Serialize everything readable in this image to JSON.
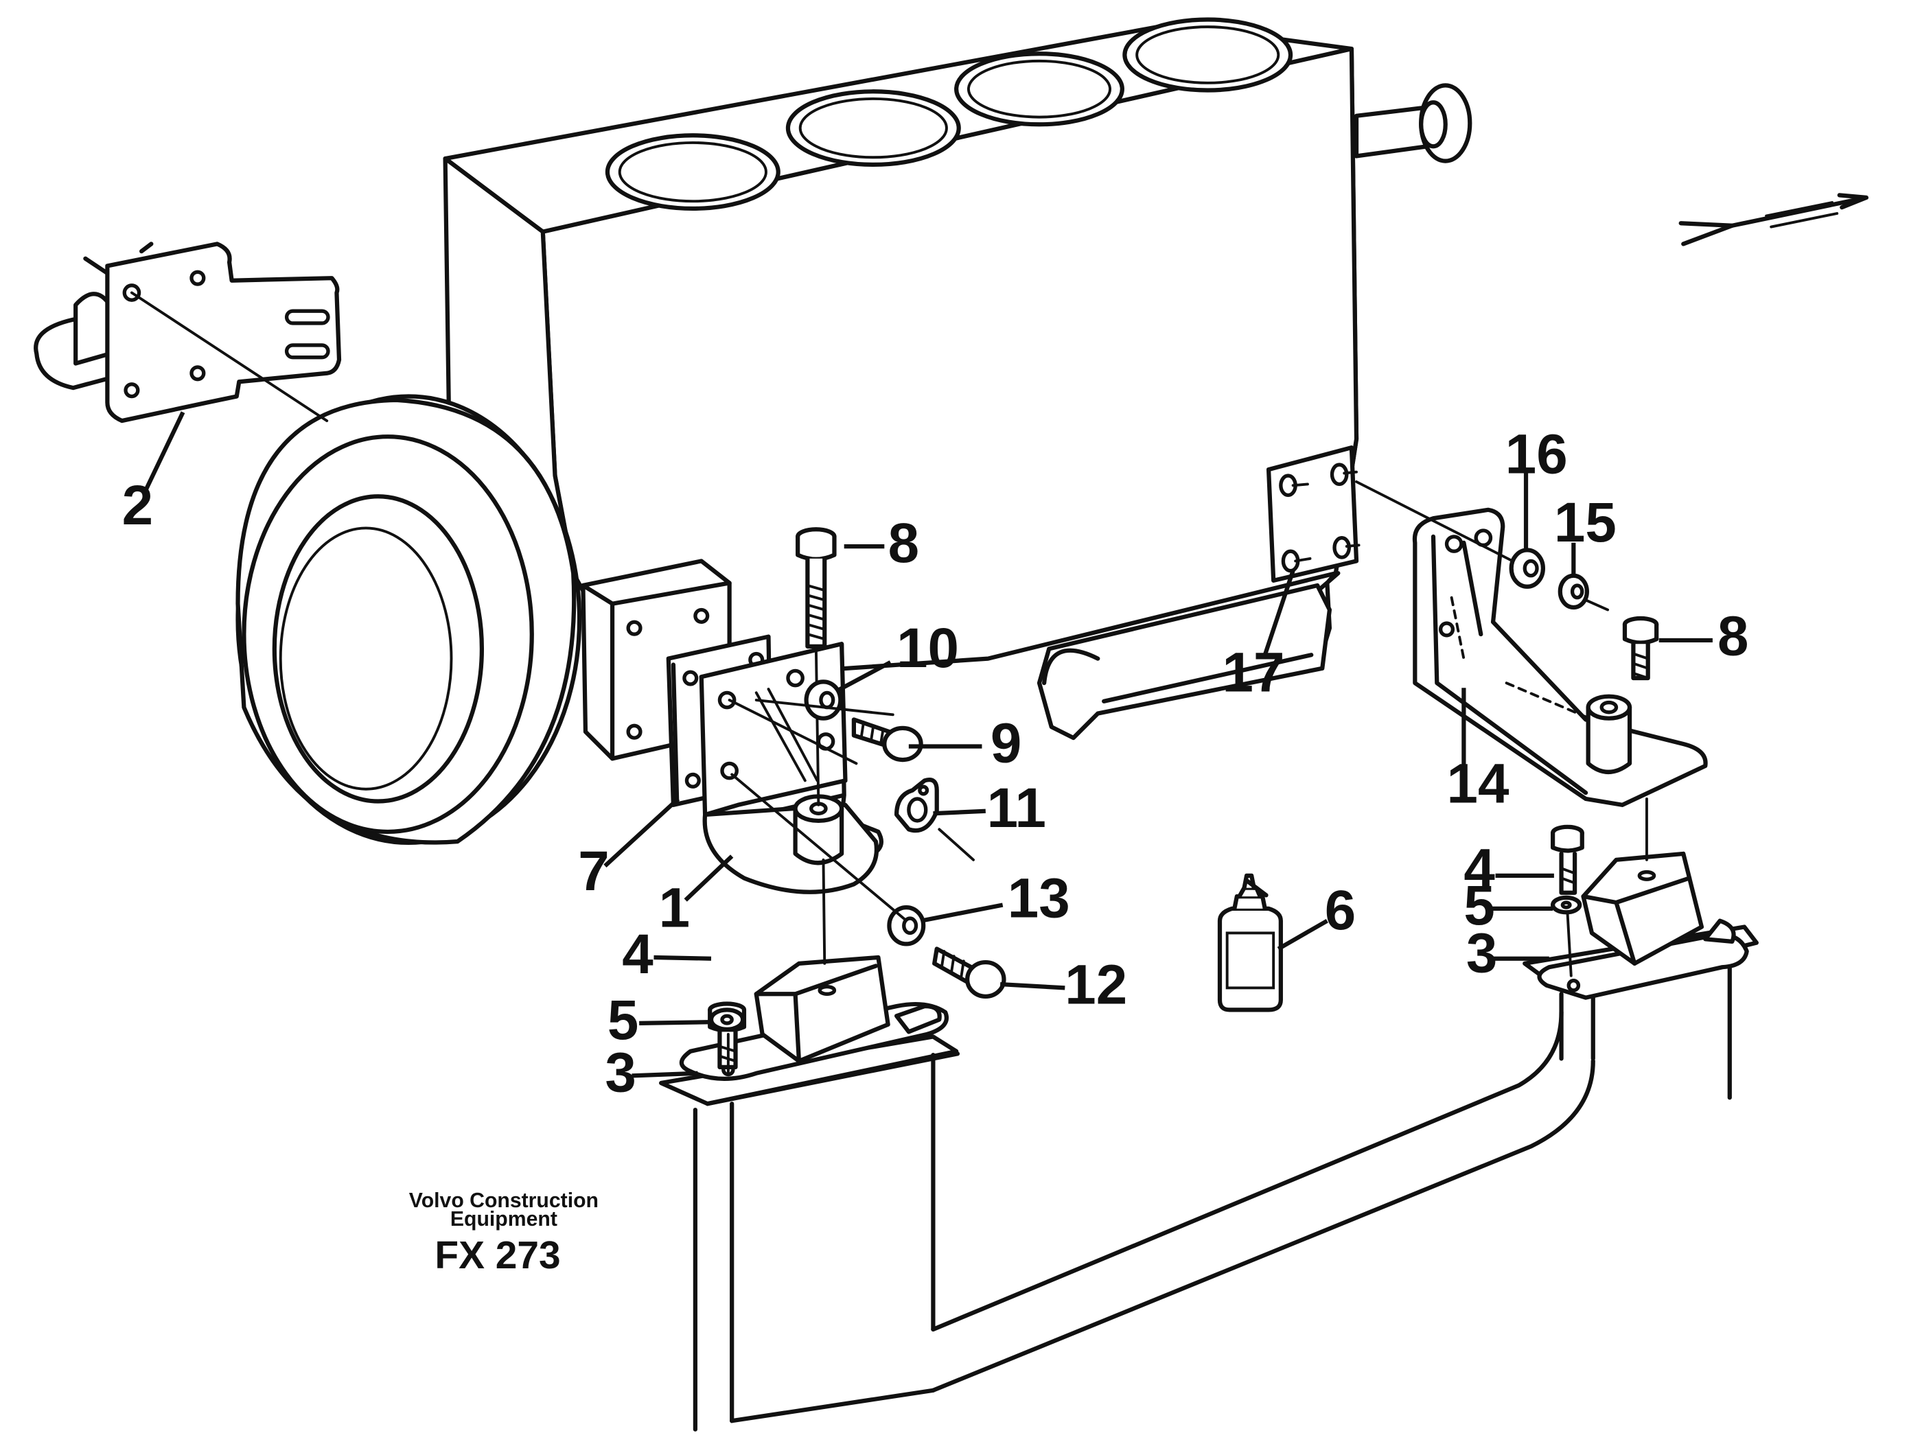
{
  "callouts": {
    "c1": "1",
    "c2": "2",
    "c3a": "3",
    "c3b": "3",
    "c4a": "4",
    "c4b": "4",
    "c5a": "5",
    "c5b": "5",
    "c6": "6",
    "c7": "7",
    "c8a": "8",
    "c8b": "8",
    "c9": "9",
    "c10": "10",
    "c11": "11",
    "c12": "12",
    "c13": "13",
    "c14": "14",
    "c15": "15",
    "c16": "16",
    "c17": "17"
  },
  "caption": {
    "company_line1": "Volvo Construction",
    "company_line2": "Equipment",
    "code": "FX 273"
  }
}
